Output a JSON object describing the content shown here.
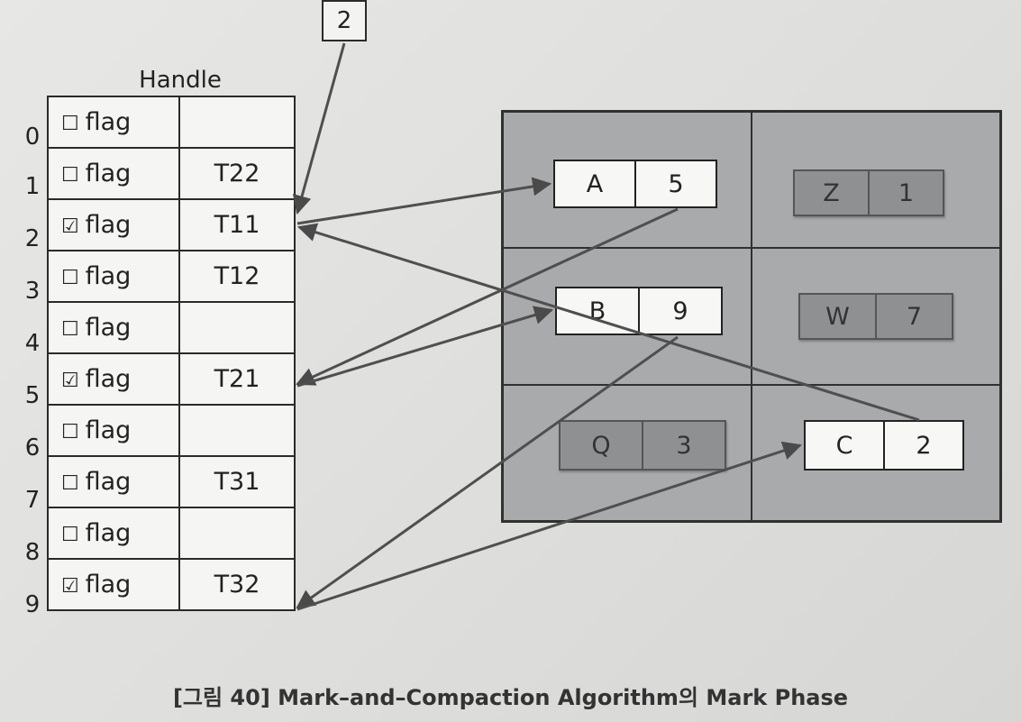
{
  "root": "2",
  "handle": {
    "title": "Handle",
    "rows": [
      {
        "index": "0",
        "checkbox": "☐",
        "flag": "flag",
        "ref": ""
      },
      {
        "index": "1",
        "checkbox": "☐",
        "flag": "flag",
        "ref": "T22"
      },
      {
        "index": "2",
        "checkbox": "☑",
        "flag": "flag",
        "ref": "T11"
      },
      {
        "index": "3",
        "checkbox": "☐",
        "flag": "flag",
        "ref": "T12"
      },
      {
        "index": "4",
        "checkbox": "☐",
        "flag": "flag",
        "ref": ""
      },
      {
        "index": "5",
        "checkbox": "☑",
        "flag": "flag",
        "ref": "T21"
      },
      {
        "index": "6",
        "checkbox": "☐",
        "flag": "flag",
        "ref": ""
      },
      {
        "index": "7",
        "checkbox": "☐",
        "flag": "flag",
        "ref": "T31"
      },
      {
        "index": "8",
        "checkbox": "☐",
        "flag": "flag",
        "ref": ""
      },
      {
        "index": "9",
        "checkbox": "☑",
        "flag": "flag",
        "ref": "T32"
      }
    ]
  },
  "heap": {
    "objects": [
      {
        "name": "A",
        "value": "5",
        "state": "live"
      },
      {
        "name": "Z",
        "value": "1",
        "state": "dead"
      },
      {
        "name": "B",
        "value": "9",
        "state": "live"
      },
      {
        "name": "W",
        "value": "7",
        "state": "dead"
      },
      {
        "name": "Q",
        "value": "3",
        "state": "dead"
      },
      {
        "name": "C",
        "value": "2",
        "state": "live"
      }
    ]
  },
  "caption": "[그림 40] Mark–and–Compaction Algorithm의 Mark Phase"
}
